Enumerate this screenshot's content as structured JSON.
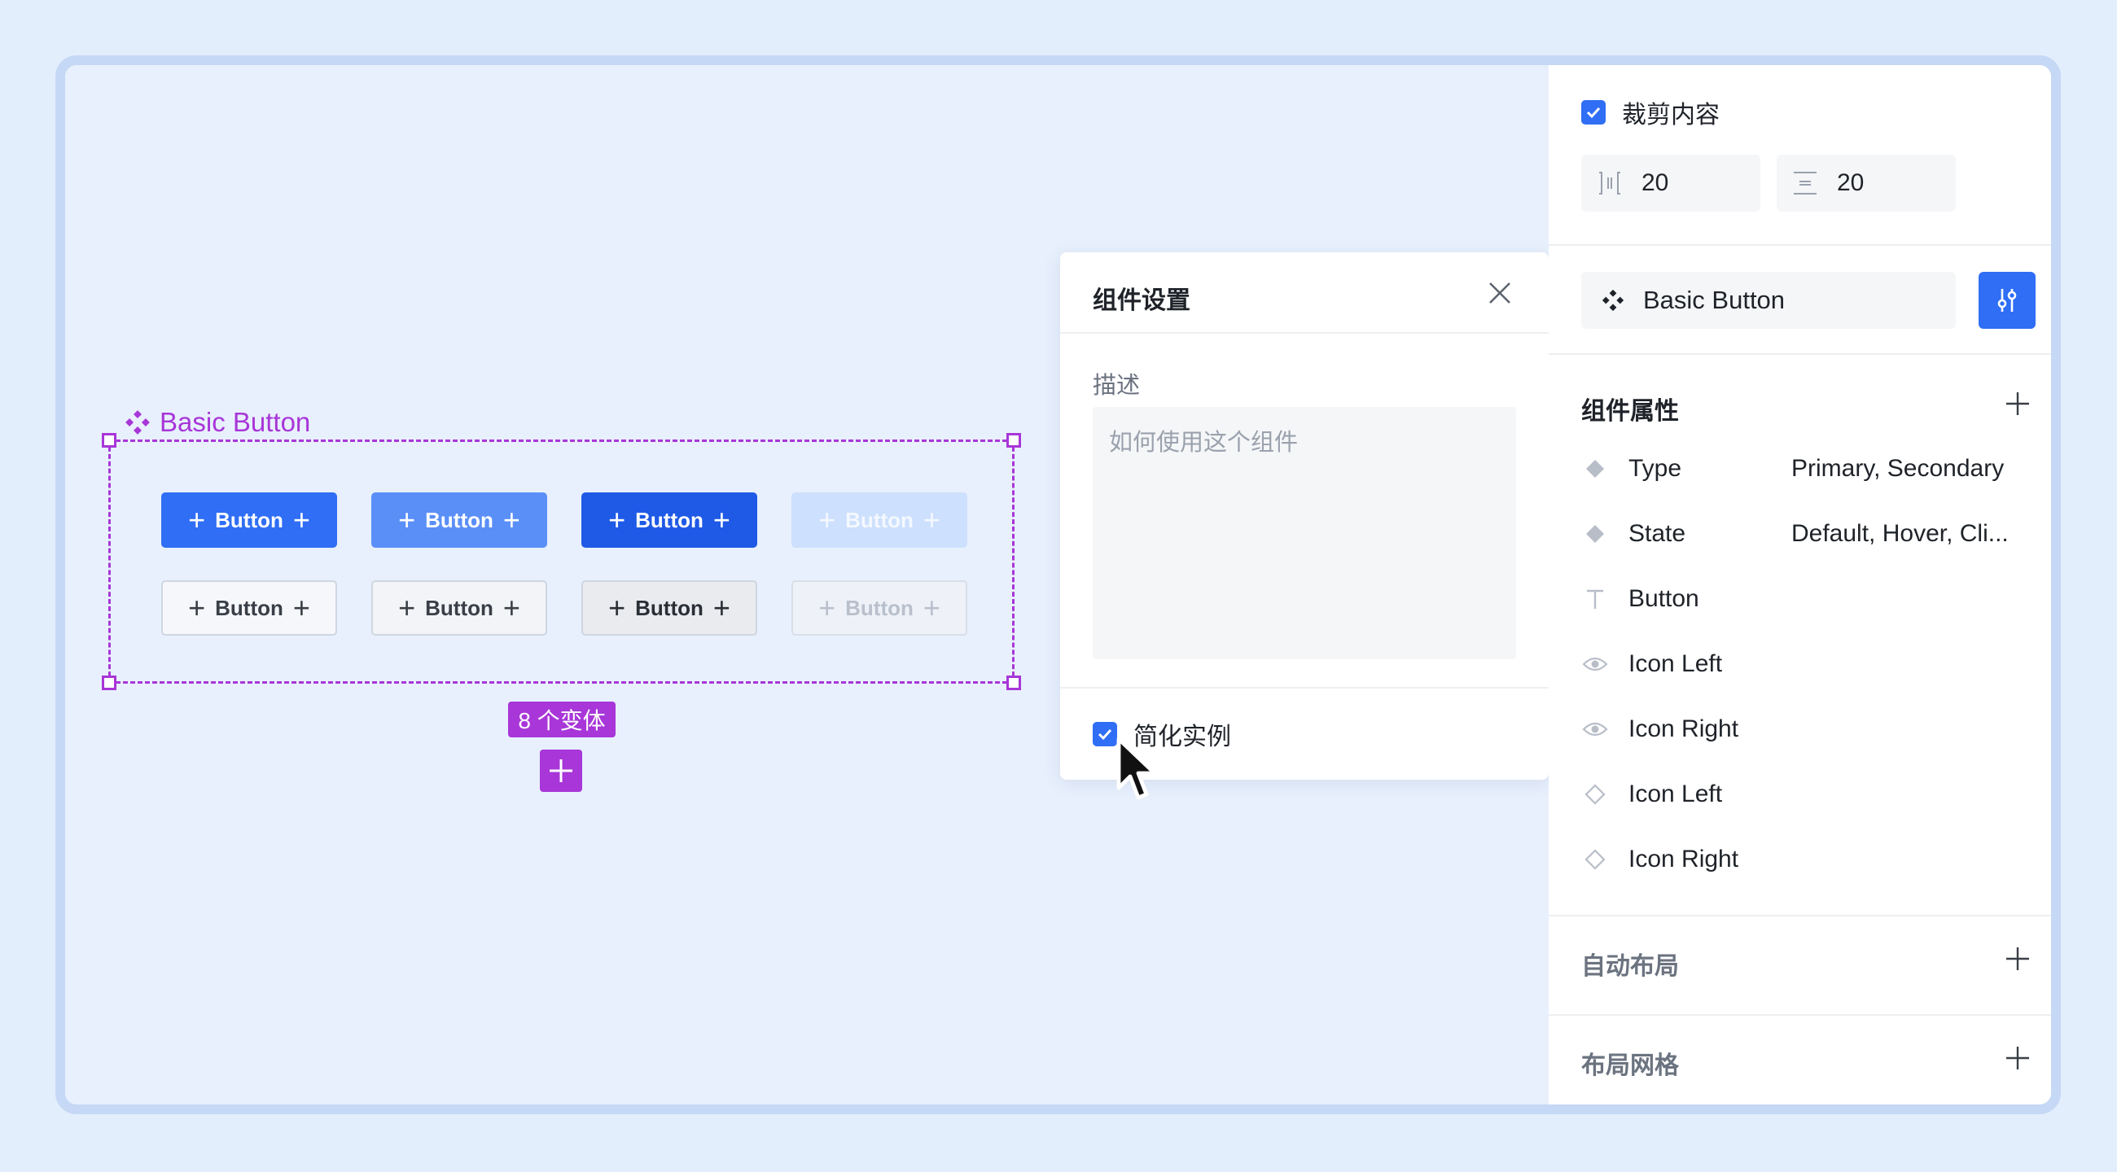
{
  "canvas": {
    "component_name": "Basic Button",
    "buttons": [
      {
        "label": "Button",
        "variant": "primary-default"
      },
      {
        "label": "Button",
        "variant": "primary-hover"
      },
      {
        "label": "Button",
        "variant": "primary-click"
      },
      {
        "label": "Button",
        "variant": "primary-disabled"
      },
      {
        "label": "Button",
        "variant": "secondary-default"
      },
      {
        "label": "Button",
        "variant": "secondary-hover"
      },
      {
        "label": "Button",
        "variant": "secondary-click"
      },
      {
        "label": "Button",
        "variant": "secondary-disabled"
      }
    ],
    "variant_badge": "8 个变体",
    "add_variant_icon": "plus-icon"
  },
  "dialog": {
    "title": "组件设置",
    "description_label": "描述",
    "description_placeholder": "如何使用这个组件",
    "description_value": "",
    "simplify_label": "简化实例",
    "simplify_checked": true
  },
  "panel": {
    "clip_label": "裁剪内容",
    "clip_checked": true,
    "horizontal_spacing": "20",
    "vertical_spacing": "20",
    "component_field": "Basic Button",
    "properties_title": "组件属性",
    "properties": [
      {
        "icon": "variant-diamond-icon",
        "name": "Type",
        "value": "Primary, Secondary"
      },
      {
        "icon": "variant-diamond-icon",
        "name": "State",
        "value": "Default, Hover, Cli..."
      },
      {
        "icon": "text-icon",
        "name": "Button",
        "value": ""
      },
      {
        "icon": "eye-icon",
        "name": "Icon Left",
        "value": ""
      },
      {
        "icon": "eye-icon",
        "name": "Icon Right",
        "value": ""
      },
      {
        "icon": "instance-swap-diamond-icon",
        "name": "Icon Left",
        "value": ""
      },
      {
        "icon": "instance-swap-diamond-icon",
        "name": "Icon Right",
        "value": ""
      }
    ],
    "auto_layout_title": "自动布局",
    "layout_grid_title": "布局网格"
  },
  "colors": {
    "accent": "#2f6ef5",
    "component_purple": "#a836d8",
    "background": "#e3eefc"
  }
}
